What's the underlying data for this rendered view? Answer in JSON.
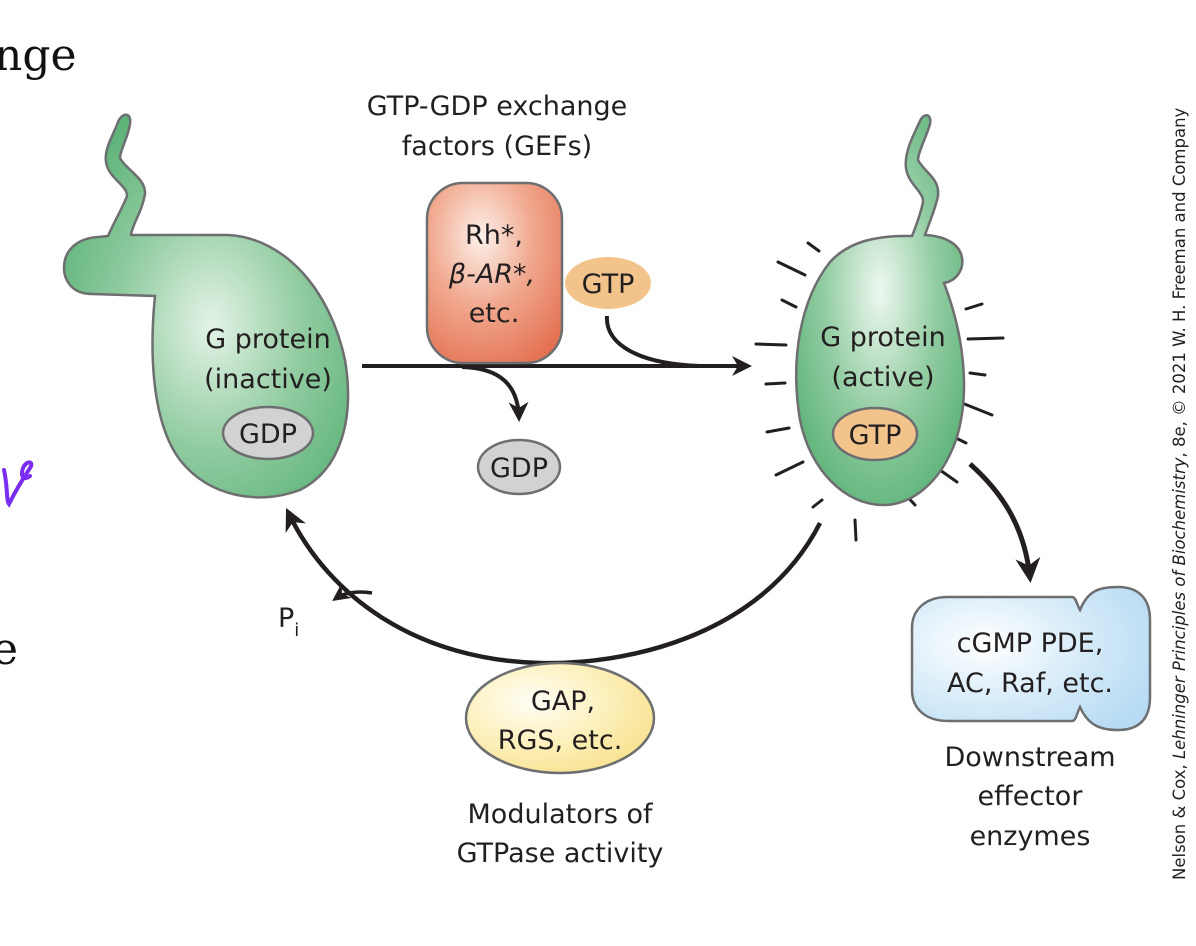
{
  "page_fragments": {
    "left_text_top": "nge",
    "left_text_bottom": "e",
    "handwriting_mark": "v"
  },
  "diagram": {
    "title": "G protein GTPase cycle",
    "gef": {
      "heading_line1": "GTP-GDP exchange",
      "heading_line2": "factors (GEFs)",
      "box_line1": "Rh*,",
      "box_line2": "β-AR*,",
      "box_line3": "etc.",
      "incoming_nucleotide": "GTP"
    },
    "inactive_protein": {
      "line1": "G protein",
      "line2": "(inactive)",
      "bound_nucleotide": "GDP"
    },
    "released_nucleotide": "GDP",
    "active_protein": {
      "line1": "G protein",
      "line2": "(active)",
      "bound_nucleotide": "GTP"
    },
    "phosphate": {
      "base": "P",
      "subscript": "i"
    },
    "gap": {
      "line1": "GAP,",
      "line2": "RGS, etc.",
      "caption_line1": "Modulators of",
      "caption_line2": "GTPase activity"
    },
    "effector": {
      "line1": "cGMP PDE,",
      "line2": "AC, Raf, etc.",
      "caption_line1": "Downstream",
      "caption_line2": "effector",
      "caption_line3": "enzymes"
    },
    "credit": {
      "prefix": "Nelson & Cox, ",
      "title_italic": "Lehninger Principles of Biochemistry",
      "suffix": ", 8e, © 2021 W. H. Freeman and Company"
    },
    "colors": {
      "protein_green": "#5fb47a",
      "protein_green_light": "#d8eedd",
      "gdp_gray": "#d1d2d4",
      "gtp_orange": "#f2c48c",
      "gef_red": "#e4775a",
      "gef_light": "#fbe2d6",
      "gap_yellow": "#fbe79a",
      "effector_blue": "#bfe1f5",
      "outline": "#6d6e70",
      "arrow": "#231f20",
      "handwriting_purple": "#7a2cf0"
    }
  }
}
